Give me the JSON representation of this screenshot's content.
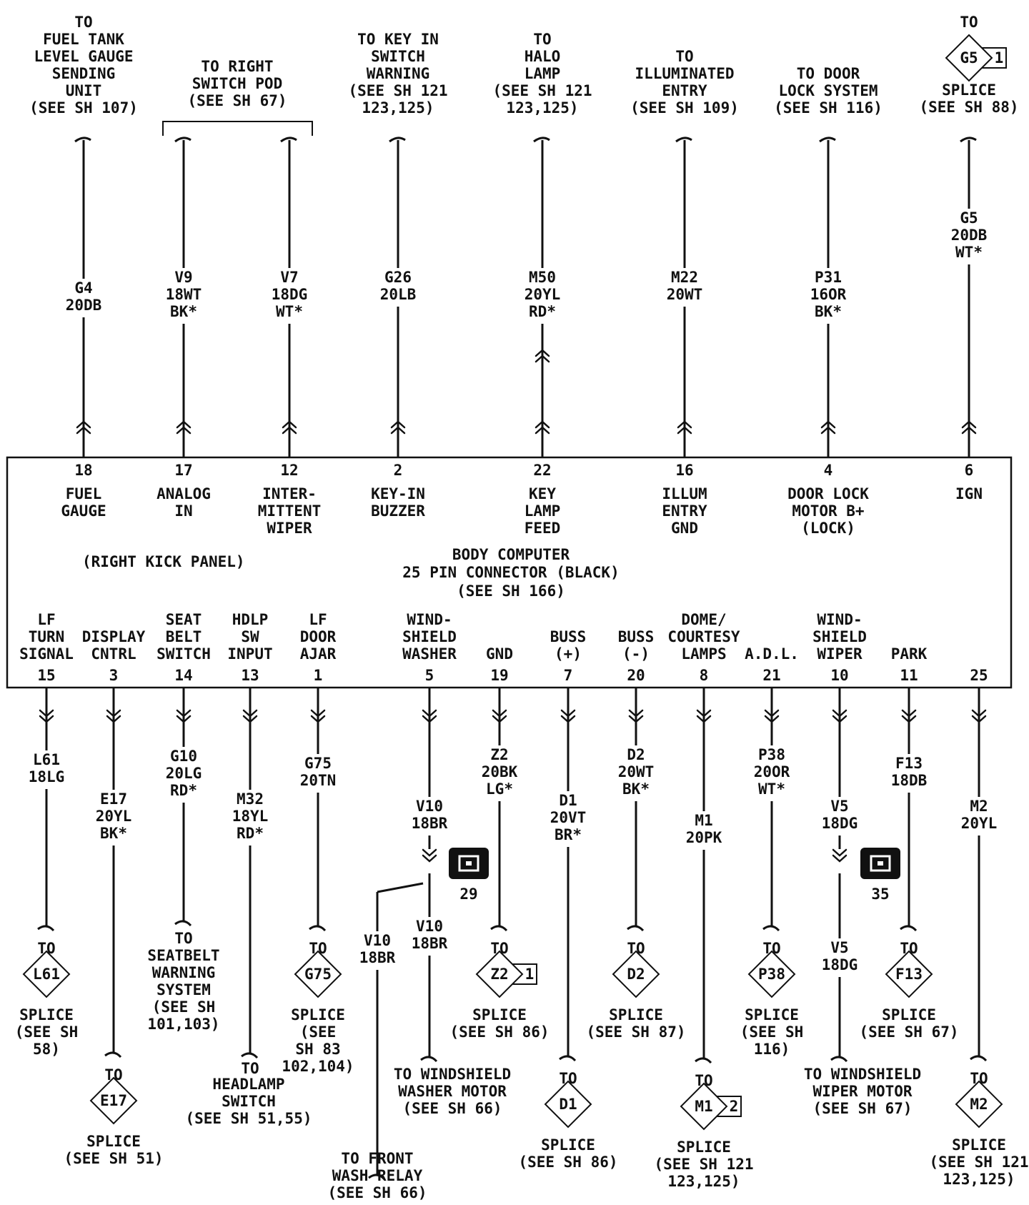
{
  "colors": {
    "ink": "#111111",
    "background": "#ffffff"
  },
  "module": {
    "location": "(RIGHT KICK PANEL)",
    "name": "BODY COMPUTER",
    "connector": "25 PIN CONNECTOR (BLACK)",
    "ref": "(SEE SH 166)"
  },
  "bracket_label": [
    "TO RIGHT",
    "SWITCH POD",
    "(SEE SH 67)"
  ],
  "top_pins": [
    {
      "pin": "18",
      "func": [
        "FUEL",
        "GAUGE"
      ],
      "wire": [
        "G4",
        "20DB"
      ],
      "dest": [
        "TO",
        "FUEL TANK",
        "LEVEL GAUGE",
        "SENDING",
        "UNIT",
        "(SEE SH 107)"
      ]
    },
    {
      "pin": "17",
      "func": [
        "ANALOG",
        "IN"
      ],
      "wire": [
        "V9",
        "18WT",
        "BK*"
      ],
      "dest": []
    },
    {
      "pin": "12",
      "func": [
        "INTER-",
        "MITTENT",
        "WIPER"
      ],
      "wire": [
        "V7",
        "18DG",
        "WT*"
      ],
      "dest": []
    },
    {
      "pin": "2",
      "func": [
        "KEY-IN",
        "BUZZER"
      ],
      "wire": [
        "G26",
        "20LB"
      ],
      "dest": [
        "TO KEY IN",
        "SWITCH",
        "WARNING",
        "(SEE SH 121",
        "123,125)"
      ]
    },
    {
      "pin": "22",
      "func": [
        "KEY",
        "LAMP",
        "FEED"
      ],
      "wire": [
        "M50",
        "20YL",
        "RD*"
      ],
      "dest": [
        "TO",
        "HALO",
        "LAMP",
        "(SEE SH 121",
        "123,125)"
      ]
    },
    {
      "pin": "16",
      "func": [
        "ILLUM",
        "ENTRY",
        "GND"
      ],
      "wire": [
        "M22",
        "20WT"
      ],
      "dest": [
        "TO",
        "ILLUMINATED",
        "ENTRY",
        "(SEE SH 109)"
      ]
    },
    {
      "pin": "4",
      "func": [
        "DOOR LOCK",
        "MOTOR B+",
        "(LOCK)"
      ],
      "wire": [
        "P31",
        "16OR",
        "BK*"
      ],
      "dest": [
        "TO DOOR",
        "LOCK SYSTEM",
        "(SEE SH 116)"
      ]
    },
    {
      "pin": "6",
      "func": [
        "IGN"
      ],
      "wire": [
        "G5",
        "20DB",
        "WT*"
      ],
      "dest": [
        "TO",
        "G5",
        "1",
        "SPLICE",
        "(SEE SH 88)"
      ]
    }
  ],
  "bottom_pins": [
    {
      "pin": "15",
      "func": [
        "LF",
        "TURN",
        "SIGNAL"
      ],
      "wire": [
        "L61",
        "18LG"
      ],
      "dest": [
        "TO",
        "L61",
        "SPLICE",
        "(SEE SH",
        "58)"
      ]
    },
    {
      "pin": "3",
      "func": [
        "DISPLAY",
        "CNTRL"
      ],
      "wire": [
        "E17",
        "20YL",
        "BK*"
      ],
      "dest": [
        "TO",
        "E17",
        "SPLICE",
        "(SEE SH 51)"
      ]
    },
    {
      "pin": "14",
      "func": [
        "SEAT",
        "BELT",
        "SWITCH"
      ],
      "wire": [
        "G10",
        "20LG",
        "RD*"
      ],
      "dest": [
        "TO",
        "SEATBELT",
        "WARNING",
        "SYSTEM",
        "(SEE SH",
        "101,103)"
      ]
    },
    {
      "pin": "13",
      "func": [
        "HDLP",
        "SW",
        "INPUT"
      ],
      "wire": [
        "M32",
        "18YL",
        "RD*"
      ],
      "dest": [
        "TO",
        "HEADLAMP",
        "SWITCH",
        "(SEE SH 51,55)"
      ]
    },
    {
      "pin": "1",
      "func": [
        "LF",
        "DOOR",
        "AJAR"
      ],
      "wire": [
        "G75",
        "20TN"
      ],
      "dest": [
        "TO",
        "G75",
        "SPLICE",
        "(SEE",
        "SH 83",
        "102,104)"
      ]
    },
    {
      "pin": "5",
      "func": [
        "WIND-",
        "SHIELD",
        "WASHER"
      ],
      "wire": [
        "V10",
        "18BR"
      ],
      "dest": [
        "TO WINDSHIELD",
        "WASHER MOTOR",
        "(SEE SH 66)"
      ]
    },
    {
      "pin": "19",
      "func": [
        "GND"
      ],
      "wire": [
        "Z2",
        "20BK",
        "LG*"
      ],
      "dest": [
        "TO",
        "Z2",
        "1",
        "SPLICE",
        "(SEE SH 86)"
      ]
    },
    {
      "pin": "7",
      "func": [
        "BUSS",
        "(+)"
      ],
      "wire": [
        "D1",
        "20VT",
        "BR*"
      ],
      "dest": [
        "TO",
        "D1",
        "SPLICE",
        "(SEE SH 86)"
      ]
    },
    {
      "pin": "20",
      "func": [
        "BUSS",
        "(-)"
      ],
      "wire": [
        "D2",
        "20WT",
        "BK*"
      ],
      "dest": [
        "TO",
        "D2",
        "SPLICE",
        "(SEE SH 87)"
      ]
    },
    {
      "pin": "8",
      "func": [
        "DOME/",
        "COURTESY",
        "LAMPS"
      ],
      "wire": [
        "M1",
        "20PK"
      ],
      "dest": [
        "TO",
        "M1",
        "2",
        "SPLICE",
        "(SEE SH 121",
        "123,125)"
      ]
    },
    {
      "pin": "21",
      "func": [
        "A.D.L."
      ],
      "wire": [
        "P38",
        "20OR",
        "WT*"
      ],
      "dest": [
        "TO",
        "P38",
        "SPLICE",
        "(SEE SH",
        "116)"
      ]
    },
    {
      "pin": "10",
      "func": [
        "WIND-",
        "SHIELD",
        "WIPER"
      ],
      "wire": [
        "V5",
        "18DG"
      ],
      "dest": [
        "TO WINDSHIELD",
        "WIPER MOTOR",
        "(SEE SH 67)"
      ]
    },
    {
      "pin": "11",
      "func": [
        "PARK"
      ],
      "wire": [
        "F13",
        "18DB"
      ],
      "dest": [
        "TO",
        "F13",
        "SPLICE",
        "(SEE SH 67)"
      ]
    },
    {
      "pin": "25",
      "func": [],
      "wire": [
        "M2",
        "20YL"
      ],
      "dest": [
        "TO",
        "M2",
        "SPLICE",
        "(SEE SH 121",
        "123,125)"
      ]
    }
  ],
  "branches": [
    {
      "wire": [
        "V10",
        "18BR"
      ],
      "dest": [
        "TO FRONT",
        "WASH RELAY",
        "(SEE SH 66)"
      ]
    },
    {
      "wire": [
        "V10",
        "18BR"
      ]
    },
    {
      "wire": [
        "V5",
        "18DG"
      ]
    }
  ],
  "ground_refs": [
    {
      "num": "29"
    },
    {
      "num": "35"
    }
  ]
}
